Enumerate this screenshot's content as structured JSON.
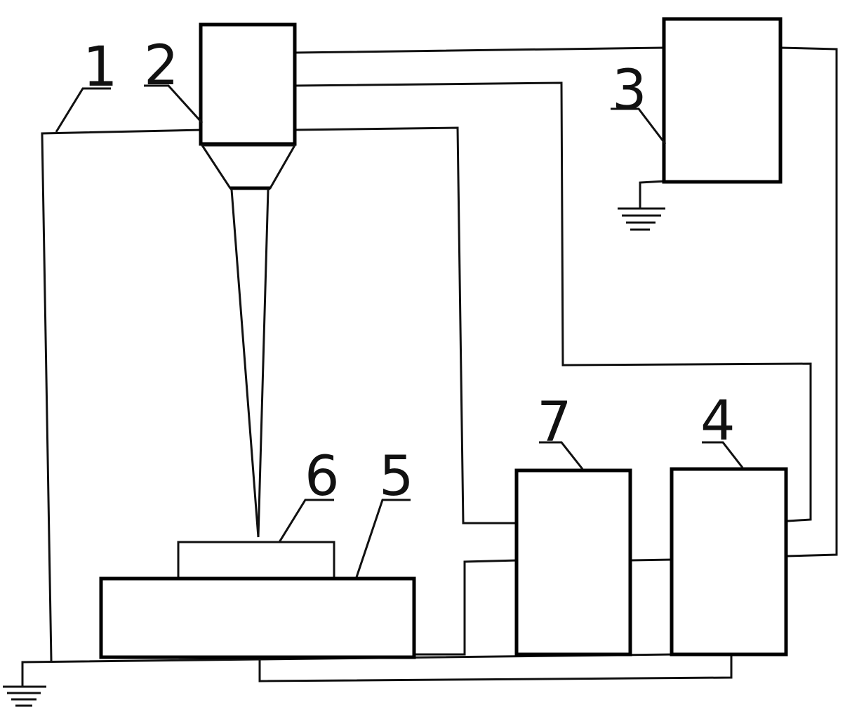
{
  "labels": {
    "frame": "1",
    "beam_source": "2",
    "power_supply_top": "3",
    "unit_four": "4",
    "stage": "5",
    "workpiece": "6",
    "unit_seven": "7"
  }
}
